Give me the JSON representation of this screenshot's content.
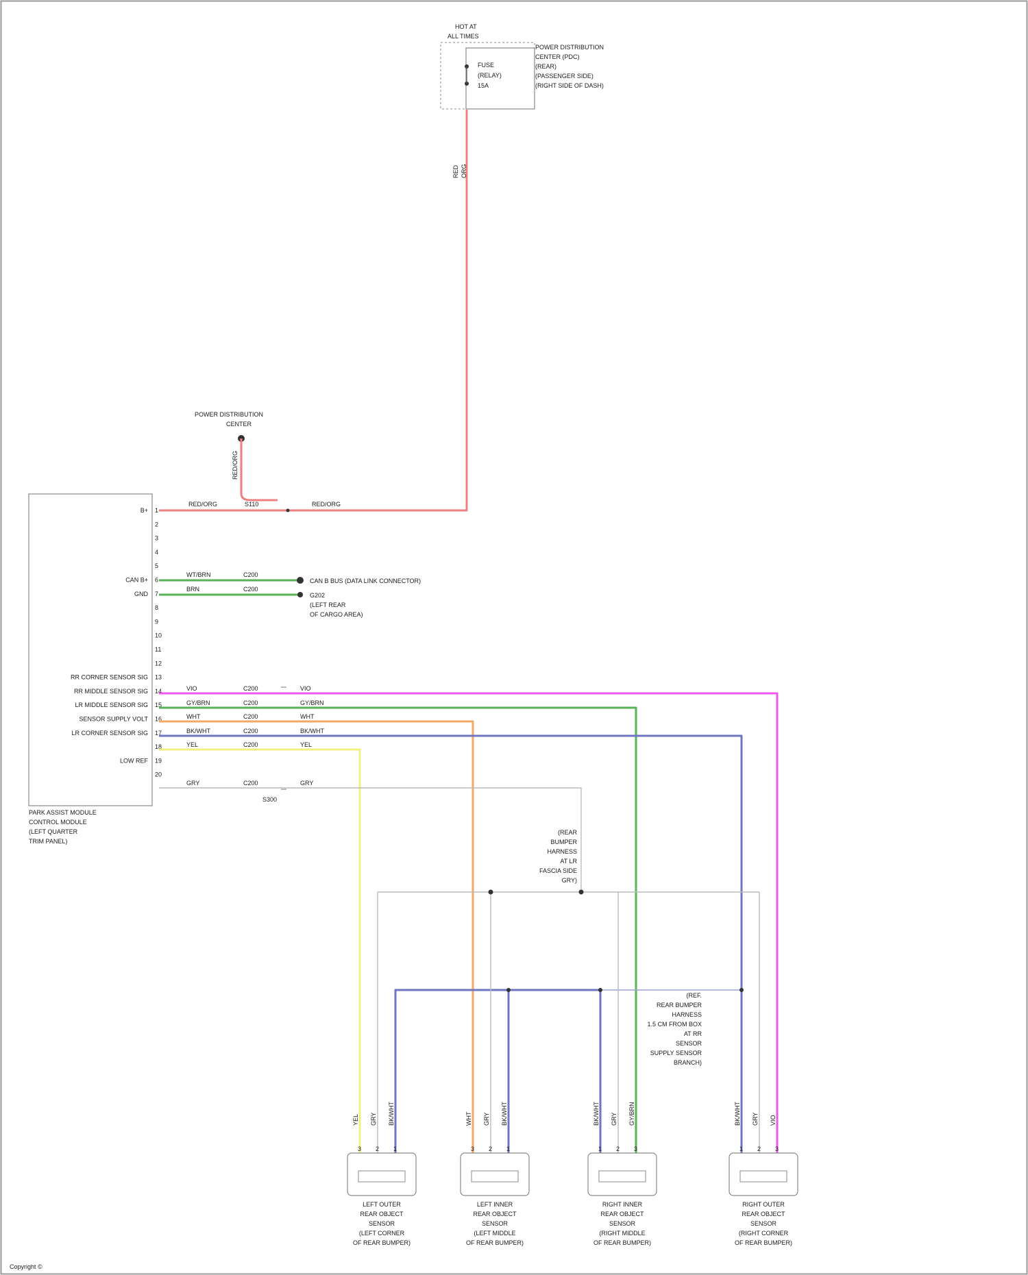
{
  "footer": "Copyright ©",
  "fuse": {
    "top_label": [
      "HOT AT",
      "ALL TIMES"
    ],
    "inner_label": [
      "FUSE",
      "(RELAY)",
      "15A"
    ],
    "side_label": [
      "POWER DISTRIBUTION",
      "CENTER (PDC)",
      "(REAR)",
      "(PASSENGER SIDE)",
      "(RIGHT SIDE OF DASH)"
    ],
    "wire_label": [
      "RED",
      "ORG"
    ]
  },
  "ground_label": [
    "POWER DISTRIBUTION",
    "CENTER"
  ],
  "module": {
    "name": [
      "PARK ASSIST MODULE",
      "CONTROL MODULE",
      "(LEFT QUARTER",
      "TRIM PANEL)"
    ],
    "pins": [
      {
        "label": "B+",
        "num": "1"
      },
      {
        "label": "",
        "num": "2"
      },
      {
        "label": "",
        "num": "3"
      },
      {
        "label": "",
        "num": "4"
      },
      {
        "label": "",
        "num": "5"
      },
      {
        "label": "CAN B+",
        "num": "6"
      },
      {
        "label": "GND",
        "num": "7"
      },
      {
        "label": "",
        "num": "8"
      },
      {
        "label": "",
        "num": "9"
      },
      {
        "label": "",
        "num": "10"
      },
      {
        "label": "",
        "num": "11"
      },
      {
        "label": "",
        "num": "12"
      },
      {
        "label": "RR CORNER SENSOR SIG",
        "num": "13"
      },
      {
        "label": "RR MIDDLE SENSOR SIG",
        "num": "14"
      },
      {
        "label": "LR MIDDLE SENSOR SIG",
        "num": "15"
      },
      {
        "label": "SENSOR SUPPLY VOLT",
        "num": "16"
      },
      {
        "label": "LR CORNER SENSOR SIG",
        "num": "17"
      },
      {
        "label": "",
        "num": "18"
      },
      {
        "label": "LOW REF",
        "num": "19"
      },
      {
        "label": "",
        "num": "20"
      }
    ]
  },
  "power_wire": {
    "left": "RED/ORG",
    "splice": "S110",
    "right": "RED/ORG"
  },
  "can_wires": [
    {
      "color_code": "WT/BRN",
      "conn": "C200",
      "dest": "CAN B BUS (DATA LINK CONNECTOR)"
    },
    {
      "color_code": "BRN",
      "conn": "C200",
      "dest": [
        "G202",
        "(LEFT REAR",
        "OF CARGO AREA)"
      ]
    }
  ],
  "sensor_wires": [
    {
      "color_code": "VIO",
      "conn": "C200",
      "right_code": "VIO",
      "color": "#ee58ee"
    },
    {
      "color_code": "GY/BRN",
      "conn": "C200",
      "right_code": "GY/BRN",
      "color": "#59b356"
    },
    {
      "color_code": "WHT",
      "conn": "C200",
      "right_code": "WHT",
      "color": "#f4a860"
    },
    {
      "color_code": "BK/WHT",
      "conn": "C200",
      "right_code": "BK/WHT",
      "color": "#6e76c2"
    },
    {
      "color_code": "YEL",
      "conn": "C200",
      "right_code": "YEL",
      "color": "#f1f080"
    }
  ],
  "lowref_wire": {
    "color_code": "GRY",
    "conn": "C200",
    "right_code": "GRY",
    "splice": "S300"
  },
  "splice_label_1": [
    "(REAR",
    "BUMPER",
    "HARNESS",
    "AT LR",
    "FASCIA SIDE",
    "GRY)"
  ],
  "splice_label_2": [
    "(REF.",
    "REAR BUMPER",
    "HARNESS",
    "1.5 CM FROM BOX",
    "AT RR",
    "SENSOR",
    "SUPPLY SENSOR",
    "BRANCH)"
  ],
  "power_color": "#ef8080",
  "ground_color": "#7a7a7a",
  "sensors": [
    {
      "name": [
        "LEFT OUTER",
        "REAR OBJECT",
        "SENSOR",
        "(LEFT CORNER",
        "OF REAR BUMPER)"
      ],
      "wires": [
        "YEL",
        "GRY",
        "BK/WHT"
      ],
      "pins": [
        "3",
        "2",
        "1"
      ]
    },
    {
      "name": [
        "LEFT INNER",
        "REAR OBJECT",
        "SENSOR",
        "(LEFT MIDDLE",
        "OF REAR BUMPER)"
      ],
      "wires": [
        "WHT",
        "GRY",
        "BK/WHT"
      ],
      "pins": [
        "3",
        "2",
        "1"
      ]
    },
    {
      "name": [
        "RIGHT INNER",
        "REAR OBJECT",
        "SENSOR",
        "(RIGHT MIDDLE",
        "OF REAR BUMPER)"
      ],
      "wires": [
        "BK/WHT",
        "GRY",
        "GY/BRN"
      ],
      "pins": [
        "1",
        "2",
        "3"
      ]
    },
    {
      "name": [
        "RIGHT OUTER",
        "REAR OBJECT",
        "SENSOR",
        "(RIGHT CORNER",
        "OF REAR BUMPER)"
      ],
      "wires": [
        "BK/WHT",
        "GRY",
        "VIO"
      ],
      "pins": [
        "1",
        "2",
        "3"
      ]
    }
  ]
}
